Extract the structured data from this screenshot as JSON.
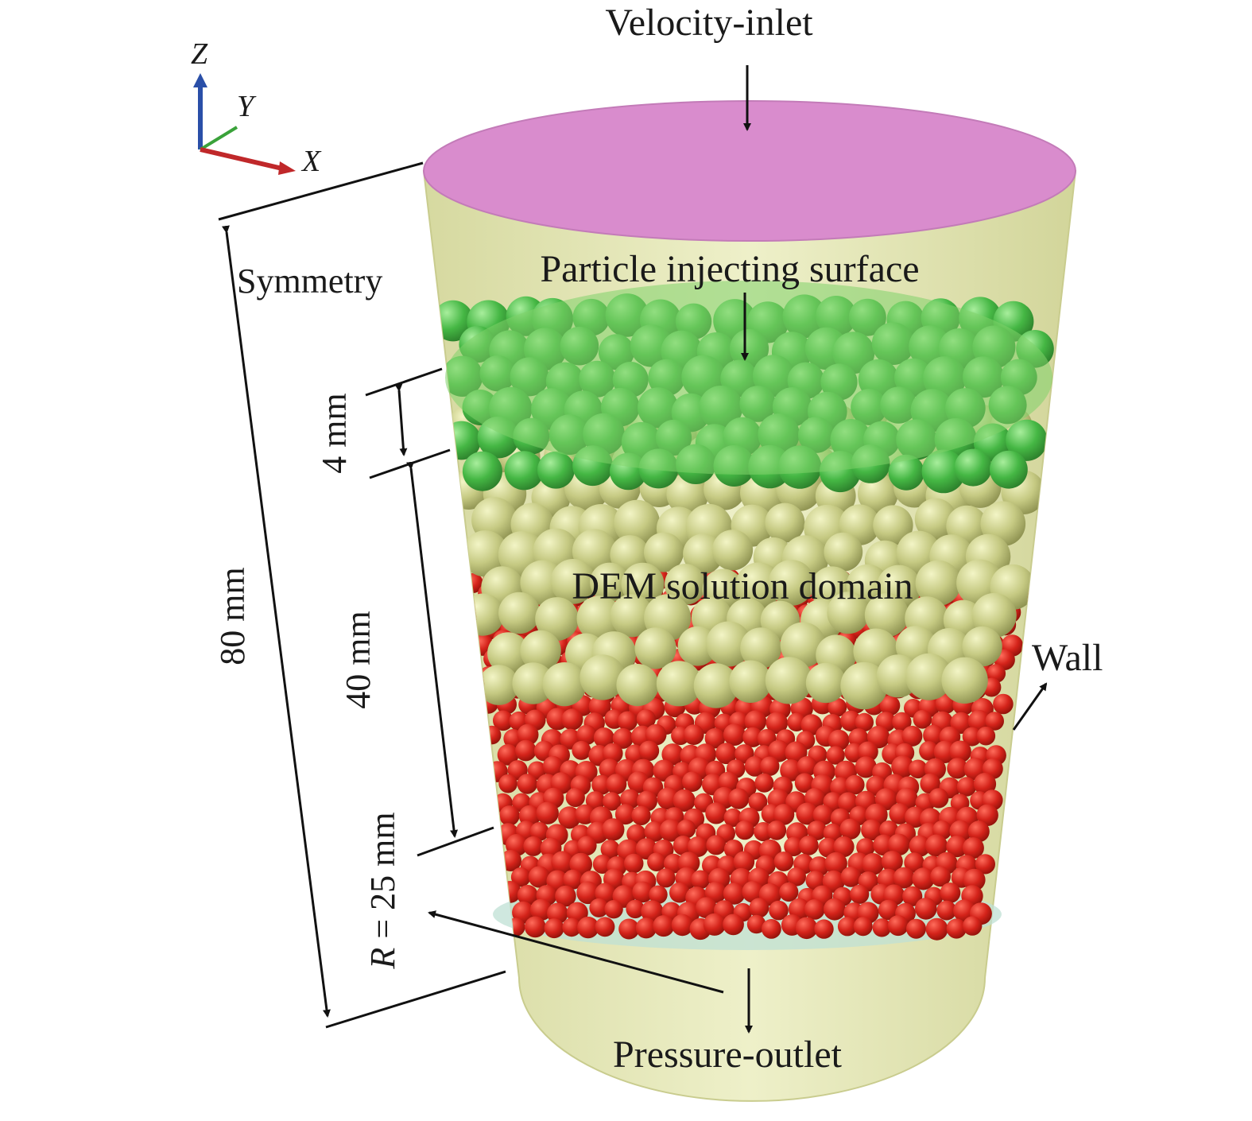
{
  "labels": {
    "velocity_inlet": "Velocity-inlet",
    "particle_injecting_surface": "Particle injecting surface",
    "symmetry": "Symmetry",
    "dem_domain": "DEM solution domain",
    "wall": "Wall",
    "pressure_outlet": "Pressure-outlet"
  },
  "dimensions": {
    "height_total": "80 mm",
    "gap_top": "4 mm",
    "bed_height": "40 mm",
    "radius_prefix": "R",
    "radius_value": " = 25 mm"
  },
  "axes": {
    "z": "Z",
    "y": "Y",
    "x": "X"
  },
  "colors": {
    "inlet": "#d98ccd",
    "injecting_surface": "#7fcf6a",
    "cylinder": "#e6e9b8",
    "green_particles": "#4fb84a",
    "olive_particles": "#cfd38a",
    "red_particles": "#d6261c",
    "outlet_disk": "#bfe0d4",
    "z_axis": "#2a4fa8",
    "y_axis": "#3aa23a",
    "x_axis": "#c0282a"
  }
}
